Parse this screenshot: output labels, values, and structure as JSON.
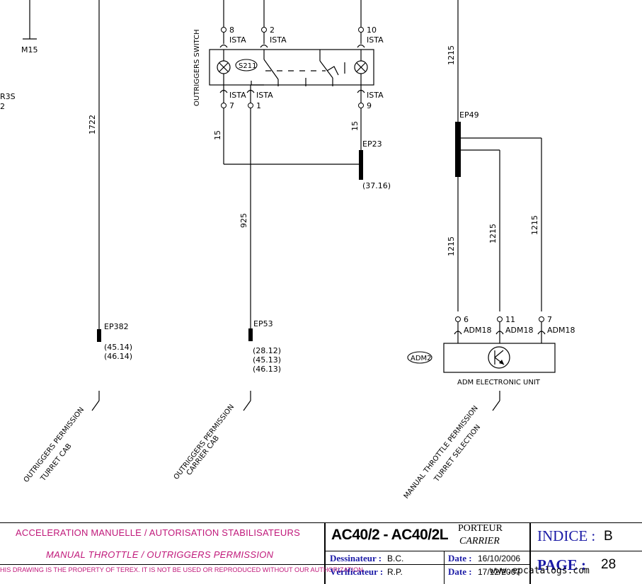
{
  "top_refs": {
    "m15": "M15",
    "r3s": "R3S",
    "r3s_sub": "2"
  },
  "wires": {
    "w1722": "1722",
    "w1215_top": "1215",
    "w15_left": "15",
    "w15_right": "15",
    "w925": "925",
    "w1215_a": "1215",
    "w1215_b": "1215",
    "w1215_c": "1215"
  },
  "switch": {
    "title": "OUTRIGGERS SWITCH",
    "ref": "S211",
    "pins_top": [
      {
        "num": "8",
        "conn": "ISTA"
      },
      {
        "num": "2",
        "conn": "ISTA"
      },
      {
        "num": "10",
        "conn": "ISTA"
      }
    ],
    "pins_bottom": [
      {
        "num": "7",
        "conn": "ISTA"
      },
      {
        "num": "1",
        "conn": "ISTA"
      },
      {
        "num": "9",
        "conn": "ISTA"
      }
    ]
  },
  "splices": {
    "ep23": "EP23",
    "ep23_ref": "(37.16)",
    "ep49": "EP49",
    "ep382": "EP382",
    "ep382_refs": [
      "(45.14)",
      "(46.14)"
    ],
    "ep53": "EP53",
    "ep53_refs": [
      "(28.12)",
      "(45.13)",
      "(46.13)"
    ]
  },
  "adm": {
    "ref": "ADM2",
    "label": "ADM ELECTRONIC UNIT",
    "pins": [
      {
        "num": "6",
        "conn": "ADM18"
      },
      {
        "num": "11",
        "conn": "ADM18"
      },
      {
        "num": "7",
        "conn": "ADM18"
      }
    ]
  },
  "destinations": [
    {
      "line1": "OUTRIGGERS PERMISSION",
      "line2": "TURRET CAB"
    },
    {
      "line1": "OUTRIGGERS PERMISSION",
      "line2": "CARRIER CAB"
    },
    {
      "line1": "MANUAL THROTTLE PERMISSION",
      "line2": "TURRET SELECTION"
    }
  ],
  "title_block": {
    "title_fr": "ACCELERATION MANUELLE / AUTORISATION STABILISATEURS",
    "title_en": "MANUAL THROTTLE / OUTRIGGERS PERMISSION",
    "disclaimer": "HIS DRAWING IS THE PROPERTY OF TEREX. IT IS NOT BE USED OR REPRODUCED WITHOUT OUR AUTHORIZATION.",
    "model": "AC40/2 - AC40/2L",
    "porteur": "PORTEUR",
    "carrier": "CARRIER",
    "dessinateur_label": "Dessinateur :",
    "dessinateur": "B.C.",
    "verificateur_label": "Vérificateur :",
    "verificateur": "R.P.",
    "date_label": "Date :",
    "date1": "16/10/2006",
    "date2": "17/12/2007",
    "indice_label": "INDICE :",
    "indice": "B",
    "page_label": "PAGE :",
    "page": "28",
    "watermark": "www.epcatalogs.com",
    "colors": {
      "blue": "#1a1aa6",
      "pink": "#c0187a"
    }
  }
}
